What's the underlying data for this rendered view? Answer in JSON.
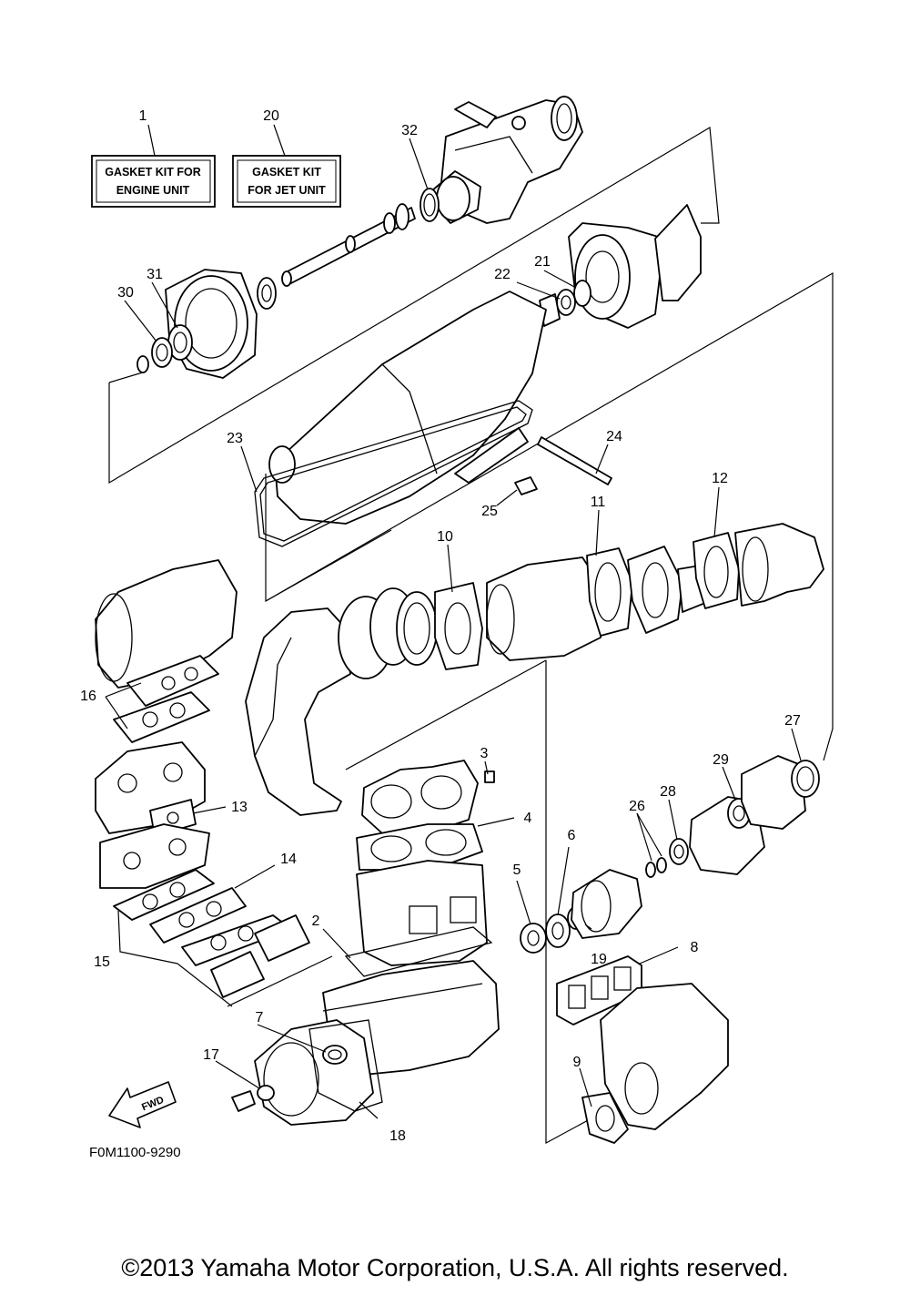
{
  "kits": [
    {
      "number": "1",
      "line1": "GASKET KIT FOR",
      "line2": "ENGINE UNIT"
    },
    {
      "number": "20",
      "line1": "GASKET KIT",
      "line2": "FOR JET UNIT"
    }
  ],
  "callouts": {
    "c2": "2",
    "c3": "3",
    "c4": "4",
    "c5": "5",
    "c6": "6",
    "c7": "7",
    "c8": "8",
    "c9": "9",
    "c10": "10",
    "c11": "11",
    "c12": "12",
    "c13": "13",
    "c14": "14",
    "c15": "15",
    "c16": "16",
    "c17": "17",
    "c18": "18",
    "c19": "19",
    "c21": "21",
    "c22": "22",
    "c23": "23",
    "c24": "24",
    "c25": "25",
    "c26": "26",
    "c27": "27",
    "c28": "28",
    "c29": "29",
    "c30": "30",
    "c31": "31",
    "c32": "32"
  },
  "fwd_label": "FWD",
  "figure_code": "F0M1100-9290",
  "copyright": "©2013 Yamaha Motor Corporation, U.S.A. All rights reserved."
}
